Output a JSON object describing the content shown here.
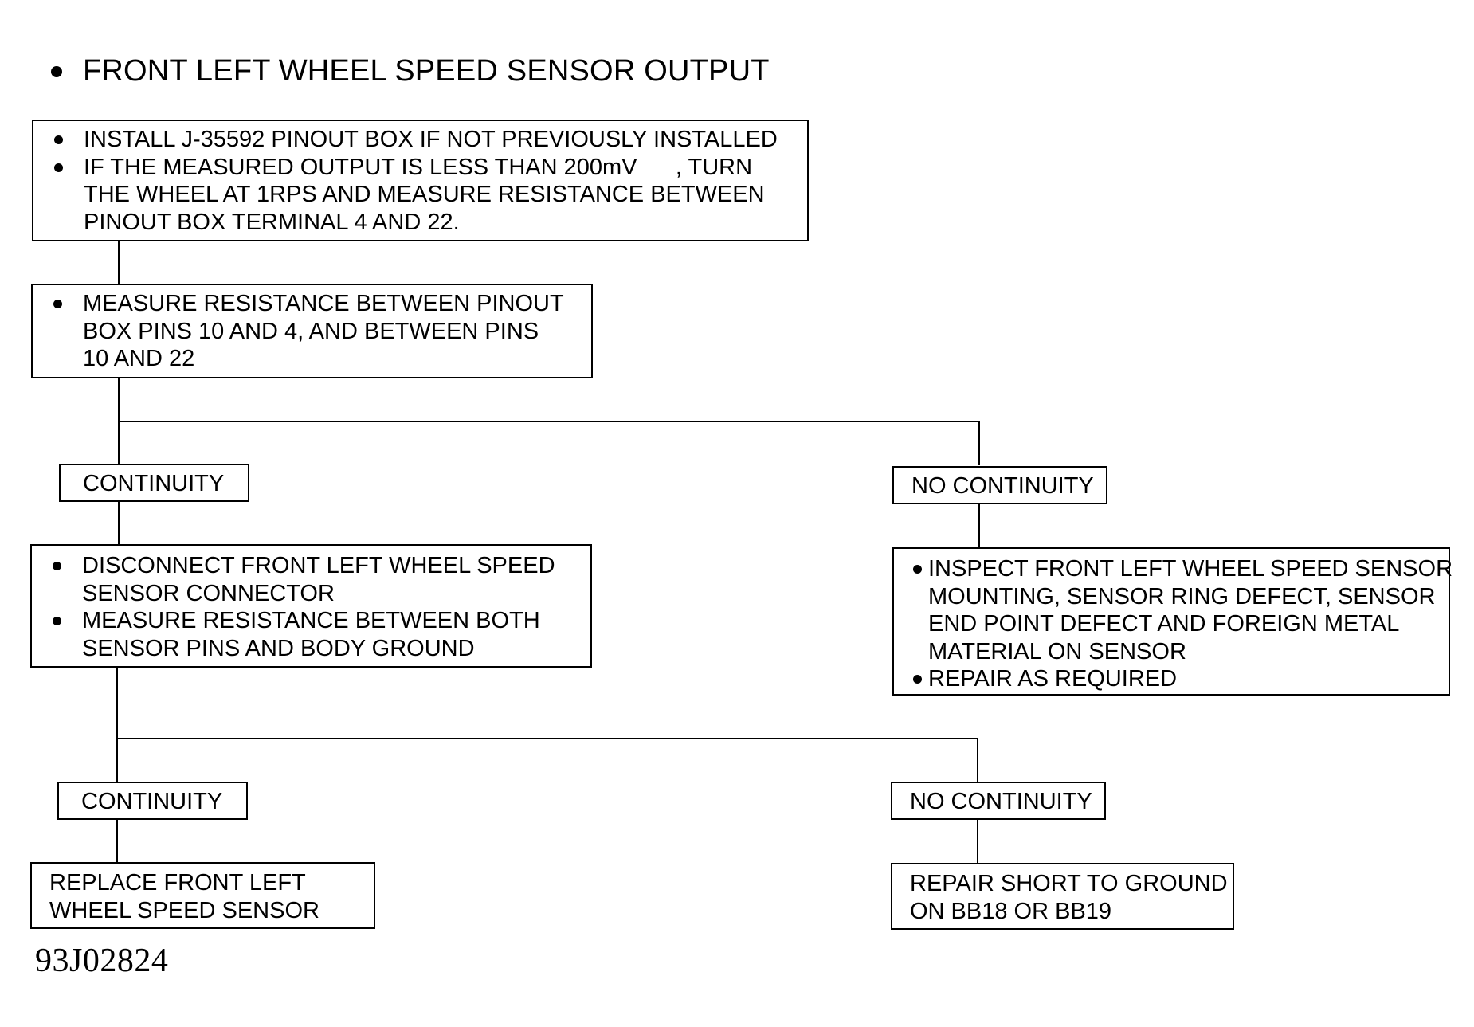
{
  "title": "FRONT LEFT WHEEL SPEED SENSOR OUTPUT",
  "box1": {
    "bullets": [
      [
        "INSTALL J-35592 PINOUT BOX IF NOT PREVIOUSLY INSTALLED"
      ],
      [
        "IF THE MEASURED OUTPUT IS LESS THAN 200mV      , TURN",
        "THE WHEEL AT 1RPS AND MEASURE RESISTANCE BETWEEN",
        "PINOUT BOX TERMINAL 4 AND 22."
      ]
    ]
  },
  "box2": {
    "bullets": [
      [
        "MEASURE RESISTANCE BETWEEN PINOUT",
        "BOX PINS 10 AND 4, AND BETWEEN PINS",
        "10 AND 22"
      ]
    ]
  },
  "branch1": {
    "left_label": "CONTINUITY",
    "right_label": "NO CONTINUITY"
  },
  "box3": {
    "bullets": [
      [
        "DISCONNECT FRONT LEFT WHEEL SPEED",
        "SENSOR CONNECTOR"
      ],
      [
        "MEASURE RESISTANCE BETWEEN BOTH",
        "SENSOR PINS AND BODY GROUND"
      ]
    ]
  },
  "box4": {
    "bullets": [
      [
        "INSPECT FRONT LEFT WHEEL SPEED SENSOR",
        "MOUNTING, SENSOR RING DEFECT, SENSOR",
        "END POINT DEFECT AND FOREIGN METAL",
        "MATERIAL ON SENSOR"
      ],
      [
        "REPAIR AS REQUIRED"
      ]
    ]
  },
  "branch2": {
    "left_label": "CONTINUITY",
    "right_label": "NO CONTINUITY"
  },
  "box5": {
    "lines": [
      "REPLACE FRONT LEFT",
      "WHEEL SPEED SENSOR"
    ]
  },
  "box6": {
    "lines": [
      "REPAIR SHORT TO GROUND",
      "ON BB18 OR BB19"
    ]
  },
  "figure_code": "93J02824"
}
